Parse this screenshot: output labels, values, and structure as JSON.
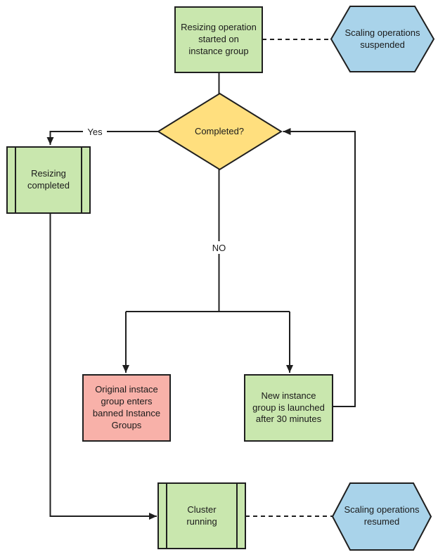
{
  "diagram": {
    "colors": {
      "green": "#c9e7ae",
      "yellow": "#ffdf7e",
      "pink": "#f8b1a9",
      "blue": "#a9d3ea",
      "stroke": "#1f1f1f",
      "text": "#1a1a1a",
      "background": "#ffffff"
    },
    "nodes": {
      "resize_start": {
        "label": "Resizing operation\nstarted on\ninstance group",
        "shape": "process"
      },
      "suspended": {
        "label": "Scaling operations\nsuspended",
        "shape": "hexagon"
      },
      "completed": {
        "label": "Completed?",
        "shape": "decision"
      },
      "resize_done": {
        "label": "Resizing\ncompleted",
        "shape": "predefined-process"
      },
      "banned": {
        "label": "Original instace\ngroup enters\nbanned Instance\nGroups",
        "shape": "process"
      },
      "new_group": {
        "label": "New instance\ngroup is launched\nafter 30 minutes",
        "shape": "process"
      },
      "cluster": {
        "label": "Cluster\nrunning",
        "shape": "predefined-process"
      },
      "resumed": {
        "label": "Scaling operations\nresumed",
        "shape": "hexagon"
      }
    },
    "edge_labels": {
      "yes": "Yes",
      "no": "NO"
    }
  }
}
